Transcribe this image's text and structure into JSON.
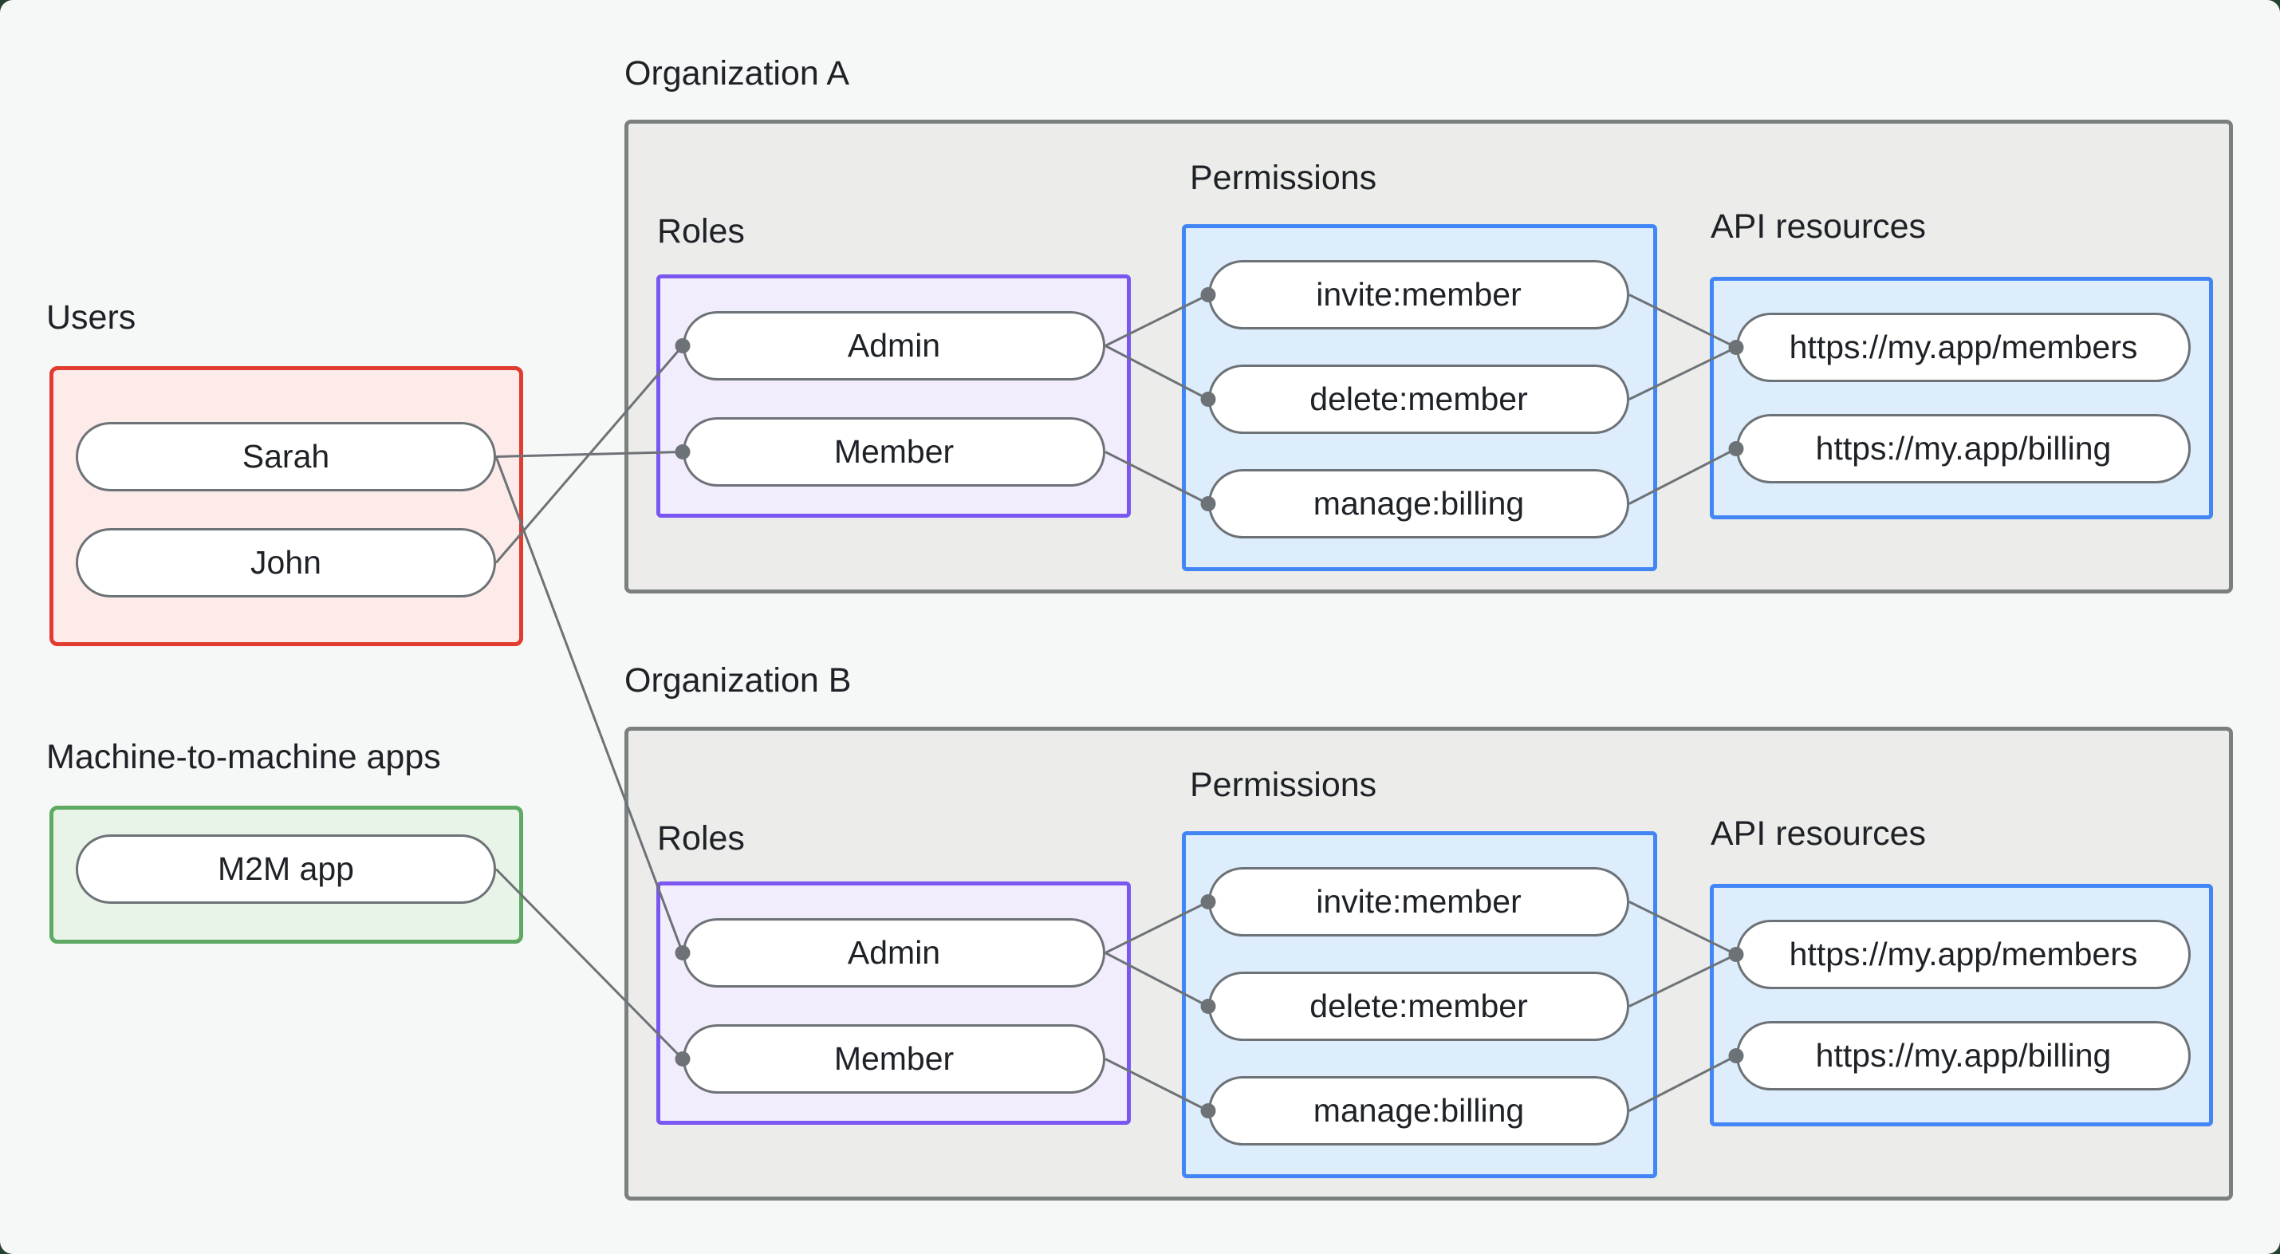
{
  "groups": {
    "users": {
      "title": "Users",
      "items": [
        {
          "id": "sarah",
          "label": "Sarah"
        },
        {
          "id": "john",
          "label": "John"
        }
      ]
    },
    "m2m": {
      "title": "Machine-to-machine apps",
      "items": [
        {
          "id": "m2m",
          "label": "M2M app"
        }
      ]
    }
  },
  "organizations": [
    {
      "title": "Organization A",
      "roles": {
        "title": "Roles",
        "items": [
          {
            "id": "orgA-admin",
            "label": "Admin"
          },
          {
            "id": "orgA-member",
            "label": "Member"
          }
        ]
      },
      "permissions": {
        "title": "Permissions",
        "items": [
          {
            "id": "orgA-invite",
            "label": "invite:member"
          },
          {
            "id": "orgA-delete",
            "label": "delete:member"
          },
          {
            "id": "orgA-manage",
            "label": "manage:billing"
          }
        ]
      },
      "api": {
        "title": "API resources",
        "items": [
          {
            "id": "orgA-members",
            "label": "https://my.app/members"
          },
          {
            "id": "orgA-billing",
            "label": "https://my.app/billing"
          }
        ]
      }
    },
    {
      "title": "Organization B",
      "roles": {
        "title": "Roles",
        "items": [
          {
            "id": "orgB-admin",
            "label": "Admin"
          },
          {
            "id": "orgB-member",
            "label": "Member"
          }
        ]
      },
      "permissions": {
        "title": "Permissions",
        "items": [
          {
            "id": "orgB-invite",
            "label": "invite:member"
          },
          {
            "id": "orgB-delete",
            "label": "delete:member"
          },
          {
            "id": "orgB-manage",
            "label": "manage:billing"
          }
        ]
      },
      "api": {
        "title": "API resources",
        "items": [
          {
            "id": "orgB-members",
            "label": "https://my.app/members"
          },
          {
            "id": "orgB-billing",
            "label": "https://my.app/billing"
          }
        ]
      }
    }
  ],
  "edges": [
    {
      "from": "sarah",
      "to": "orgA-member"
    },
    {
      "from": "john",
      "to": "orgA-admin"
    },
    {
      "from": "sarah",
      "to": "orgB-admin"
    },
    {
      "from": "m2m",
      "to": "orgB-member"
    },
    {
      "from": "orgA-admin",
      "to": "orgA-invite"
    },
    {
      "from": "orgA-admin",
      "to": "orgA-delete"
    },
    {
      "from": "orgA-member",
      "to": "orgA-manage"
    },
    {
      "from": "orgA-invite",
      "to": "orgA-members"
    },
    {
      "from": "orgA-delete",
      "to": "orgA-members"
    },
    {
      "from": "orgA-manage",
      "to": "orgA-billing"
    },
    {
      "from": "orgB-admin",
      "to": "orgB-invite"
    },
    {
      "from": "orgB-admin",
      "to": "orgB-delete"
    },
    {
      "from": "orgB-member",
      "to": "orgB-manage"
    },
    {
      "from": "orgB-invite",
      "to": "orgB-members"
    },
    {
      "from": "orgB-delete",
      "to": "orgB-members"
    },
    {
      "from": "orgB-manage",
      "to": "orgB-billing"
    }
  ],
  "colors": {
    "page-bg": "#f6f8f7",
    "corner-bg": "#24422f",
    "text": "#1e2226",
    "red-border": "#e23b30",
    "red-bg": "#fcebe9",
    "green-border": "#5ea963",
    "green-bg": "#e9f4e9",
    "purple-border": "#7a57f0",
    "purple-bg": "#f2edfc",
    "blue-border": "#4286f5",
    "blue-bg": "#ddedfc",
    "gray-border": "#7b807f",
    "gray-bg": "#ececeb",
    "node-border": "#6d7277",
    "edge": "#6d7277"
  }
}
